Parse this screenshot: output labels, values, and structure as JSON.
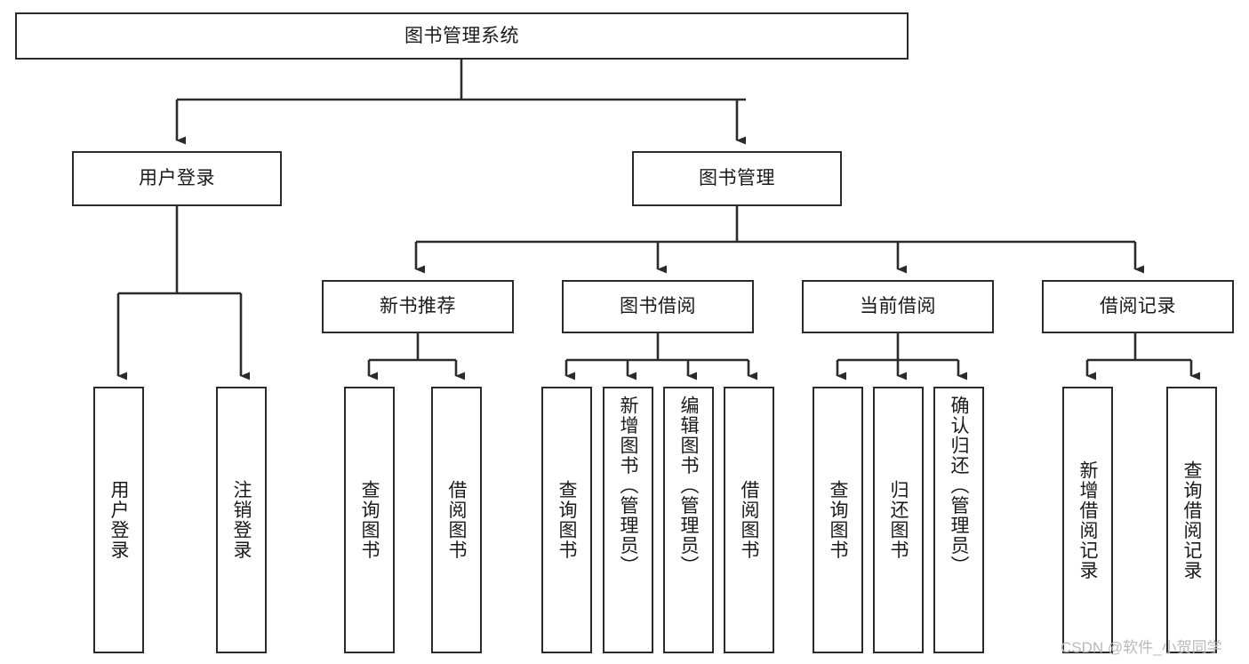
{
  "diagram": {
    "type": "tree-hierarchy-chart",
    "title": "图书管理系统",
    "colors": {
      "box_border": "#2b2b2b",
      "box_fill": "#ffffff",
      "edge": "#2b2b2b",
      "text": "#1a1a1a",
      "watermark": "#b9b9b9",
      "background": "#ffffff"
    },
    "root": {
      "label": "图书管理系统"
    },
    "level2": [
      {
        "label": "用户登录"
      },
      {
        "label": "图书管理"
      }
    ],
    "level3": [
      {
        "label": "新书推荐"
      },
      {
        "label": "图书借阅"
      },
      {
        "label": "当前借阅"
      },
      {
        "label": "借阅记录"
      }
    ],
    "leaves": {
      "user_login": [
        {
          "label": "用户登录"
        },
        {
          "label": "注销登录"
        }
      ],
      "new_book_recommend": [
        {
          "label": "查询图书"
        },
        {
          "label": "借阅图书"
        }
      ],
      "book_borrow": [
        {
          "label": "查询图书"
        },
        {
          "label": "新增图书（管理员）"
        },
        {
          "label": "编辑图书（管理员）"
        },
        {
          "label": "借阅图书"
        }
      ],
      "current_borrow": [
        {
          "label": "查询图书"
        },
        {
          "label": "归还图书"
        },
        {
          "label": "确认归还（管理员）"
        }
      ],
      "borrow_record": [
        {
          "label": "新增借阅记录"
        },
        {
          "label": "查询借阅记录"
        }
      ]
    }
  },
  "watermark": {
    "text": "CSDN @软件_小贺同学"
  }
}
